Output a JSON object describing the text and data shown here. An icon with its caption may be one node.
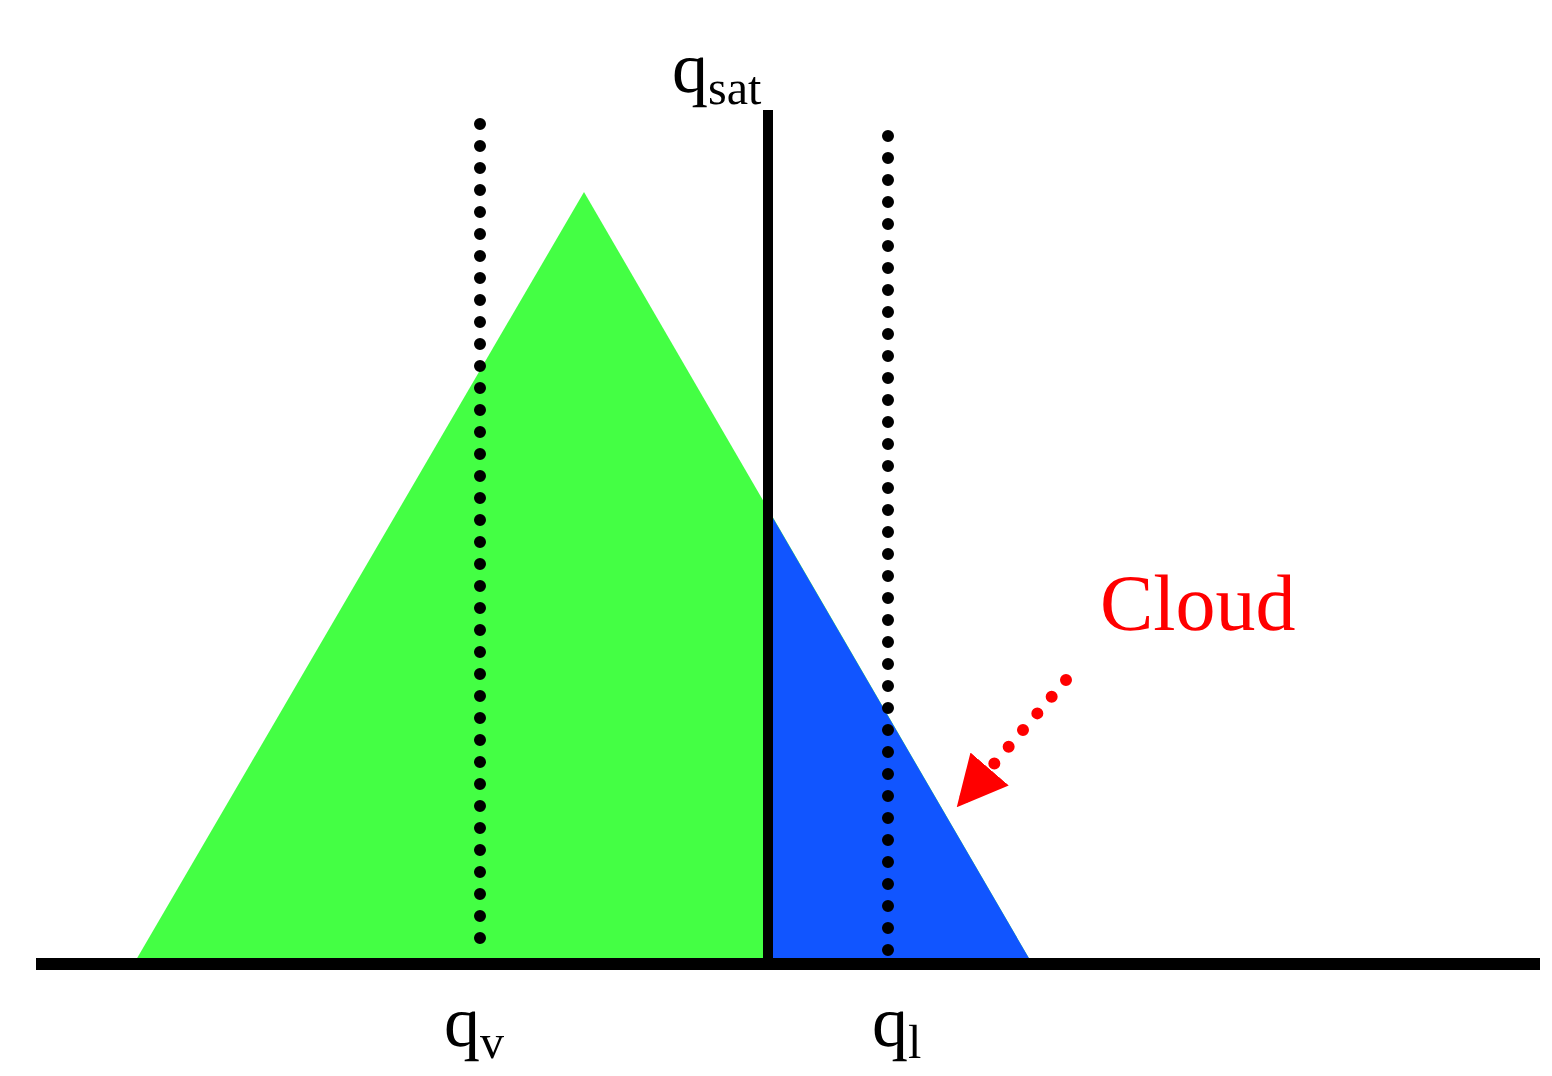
{
  "diagram": {
    "nodes": [
      {
        "text": [
          "Cloud"
        ]
      },
      {
        "text": [],
        "shape": "triangle"
      }
    ],
    "edges": [
      {
        "from": 0,
        "to": 1,
        "arrow": "to",
        "style": "dashed",
        "color": "#ff0000"
      }
    ],
    "labels": [
      "q$_{sat}$",
      "q$_{v}$",
      "q$_{l}$"
    ]
  }
}
